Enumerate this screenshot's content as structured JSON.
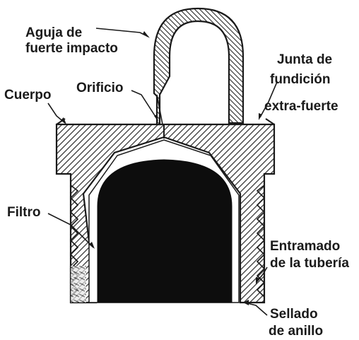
{
  "labels": {
    "needle_line1": "Aguja de",
    "needle_line2": "fuerte impacto",
    "orifice": "Orificio",
    "body": "Cuerpo",
    "joint_line1": "Junta de",
    "joint_line2": "fundición",
    "joint_line3": "extra-fuerte",
    "filter": "Filtro",
    "thread_line1": "Entramado",
    "thread_line2": "de la tubería",
    "seal_line1": "Sellado",
    "seal_line2": "de anillo"
  },
  "colors": {
    "ink": "#1a1a1a",
    "hatch": "#2a2a2a",
    "background": "#ffffff"
  }
}
